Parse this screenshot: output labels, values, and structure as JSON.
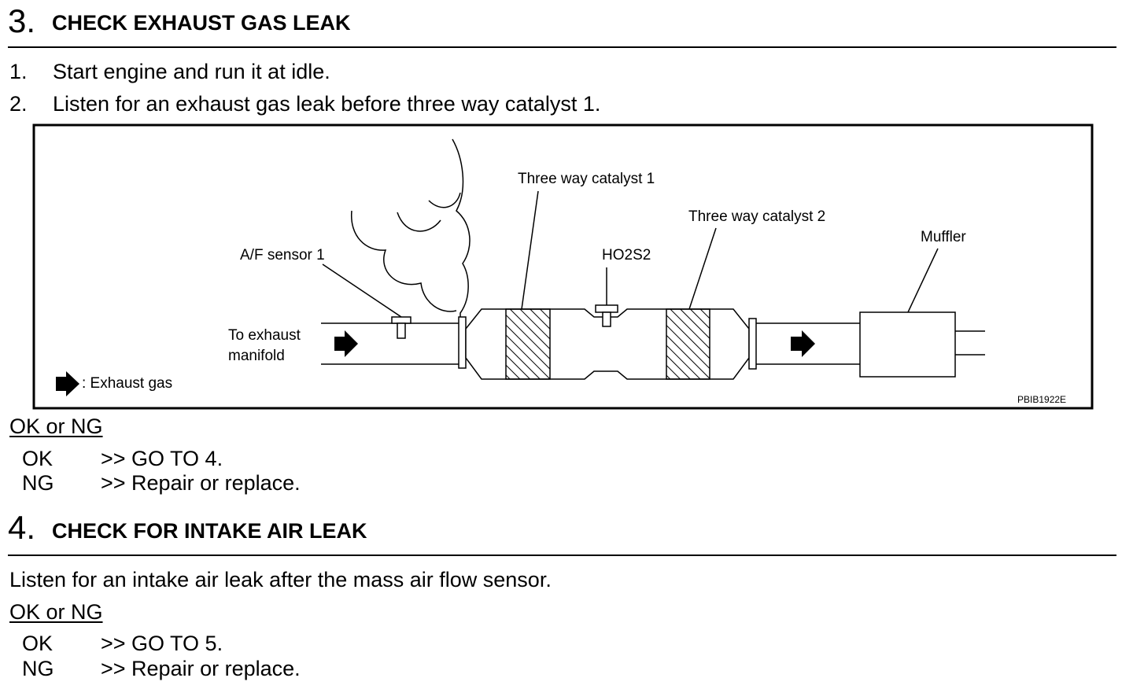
{
  "step3": {
    "number": "3.",
    "title": "CHECK EXHAUST GAS LEAK",
    "instructions": [
      {
        "num": "1.",
        "text": "Start engine and run it at idle."
      },
      {
        "num": "2.",
        "text": "Listen for an exhaust gas leak before three way catalyst 1."
      }
    ],
    "diagram": {
      "labels": {
        "af_sensor": "A/F sensor 1",
        "catalyst1": "Three way catalyst 1",
        "ho2s2": "HO2S2",
        "catalyst2": "Three way catalyst 2",
        "muffler": "Muffler",
        "to_exhaust_1": "To exhaust",
        "to_exhaust_2": "manifold",
        "legend": ": Exhaust gas",
        "code": "PBIB1922E"
      }
    },
    "result_heading": "OK or NG",
    "results": [
      {
        "status": "OK",
        "action": ">> GO TO 4."
      },
      {
        "status": "NG",
        "action": ">> Repair or replace."
      }
    ]
  },
  "step4": {
    "number": "4.",
    "title": "CHECK FOR INTAKE AIR LEAK",
    "instruction": "Listen for an intake air leak after the mass air flow sensor.",
    "result_heading": "OK or NG",
    "results": [
      {
        "status": "OK",
        "action": ">> GO TO 5."
      },
      {
        "status": "NG",
        "action": ">> Repair or replace."
      }
    ]
  }
}
